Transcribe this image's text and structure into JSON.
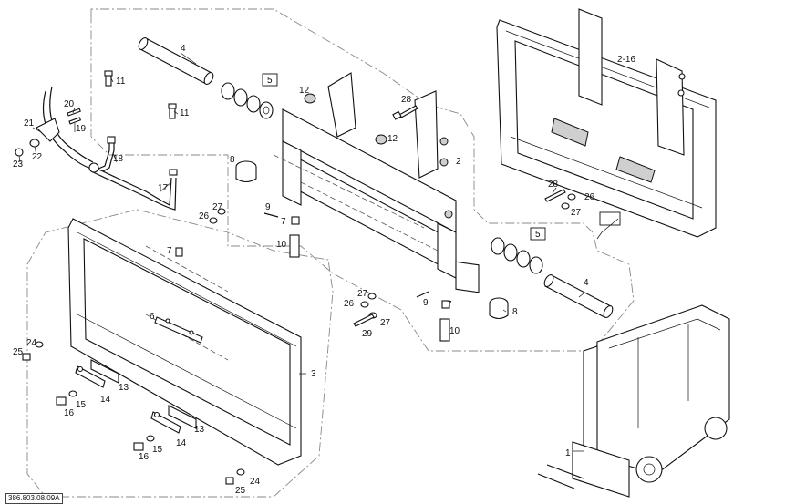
{
  "callouts": {
    "c4a": "4",
    "c11a": "11",
    "c11b": "11",
    "c5a": "5",
    "c12a": "12",
    "c12b": "12",
    "c28a": "28",
    "c2": "2",
    "c216": "2-16",
    "c20": "20",
    "c21": "21",
    "c19": "19",
    "c18": "18",
    "c17": "17",
    "c23": "23",
    "c22": "22",
    "c8a": "8",
    "c9a": "9",
    "c7a": "7",
    "c10a": "10",
    "c26a": "26",
    "c27a": "27",
    "c28b": "28",
    "c26b": "26",
    "c27b": "27",
    "c1a": "1",
    "c5b": "5",
    "c4b": "4",
    "c7b": "7",
    "c6": "6",
    "c3": "3",
    "c26c": "26",
    "c27c": "27",
    "c27d": "27",
    "c29": "29",
    "c9b": "9",
    "c7c": "7",
    "c10b": "10",
    "c8b": "8",
    "c24a": "24",
    "c25a": "25",
    "c13a": "13",
    "c14a": "14",
    "c15a": "15",
    "c16a": "16",
    "c13b": "13",
    "c14b": "14",
    "c15b": "15",
    "c16b": "16",
    "c24b": "24",
    "c25b": "25",
    "c1b": "1"
  },
  "drawing_id": "386.803.08.09A"
}
